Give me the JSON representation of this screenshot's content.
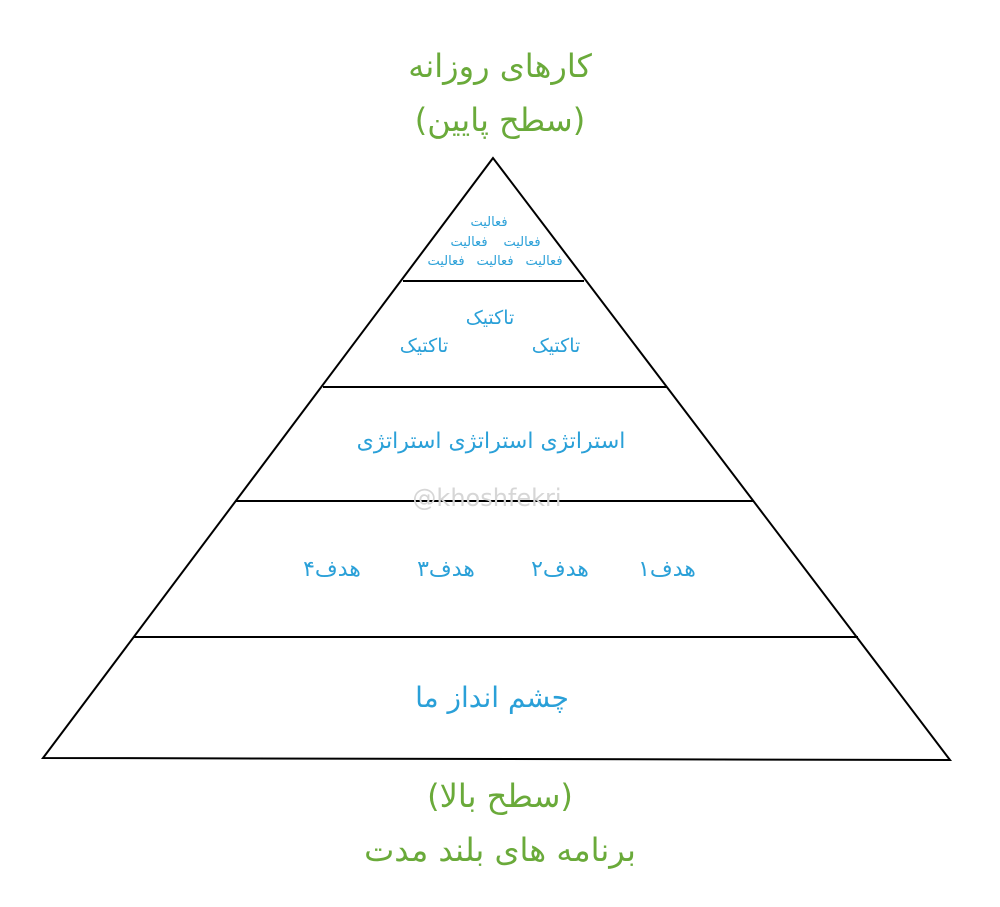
{
  "top_label": {
    "title": "کارهای روزانه",
    "subtitle": "(سطح پایین)"
  },
  "bottom_label": {
    "subtitle": "(سطح بالا)",
    "title": "برنامه های بلند مدت"
  },
  "pyramid": {
    "levels": [
      {
        "name": "activities",
        "items": [
          "فعالیت",
          "فعالیت",
          "فعالیت",
          "فعالیت",
          "فعالیت",
          "فعالیت"
        ]
      },
      {
        "name": "tactics",
        "items": [
          "تاکتیک",
          "تاکتیک",
          "تاکتیک"
        ]
      },
      {
        "name": "strategies",
        "text": "استراتژی استراتژی استراتژی"
      },
      {
        "name": "goals",
        "items": [
          "هدف۱",
          "هدف۲",
          "هدف۳",
          "هدف۴"
        ]
      },
      {
        "name": "vision",
        "text": "چشم انداز ما"
      }
    ]
  },
  "watermark": "@khoshfekri",
  "colors": {
    "heading": "#6aaa3a",
    "level_text": "#2aa0d8",
    "outline": "#000000"
  }
}
